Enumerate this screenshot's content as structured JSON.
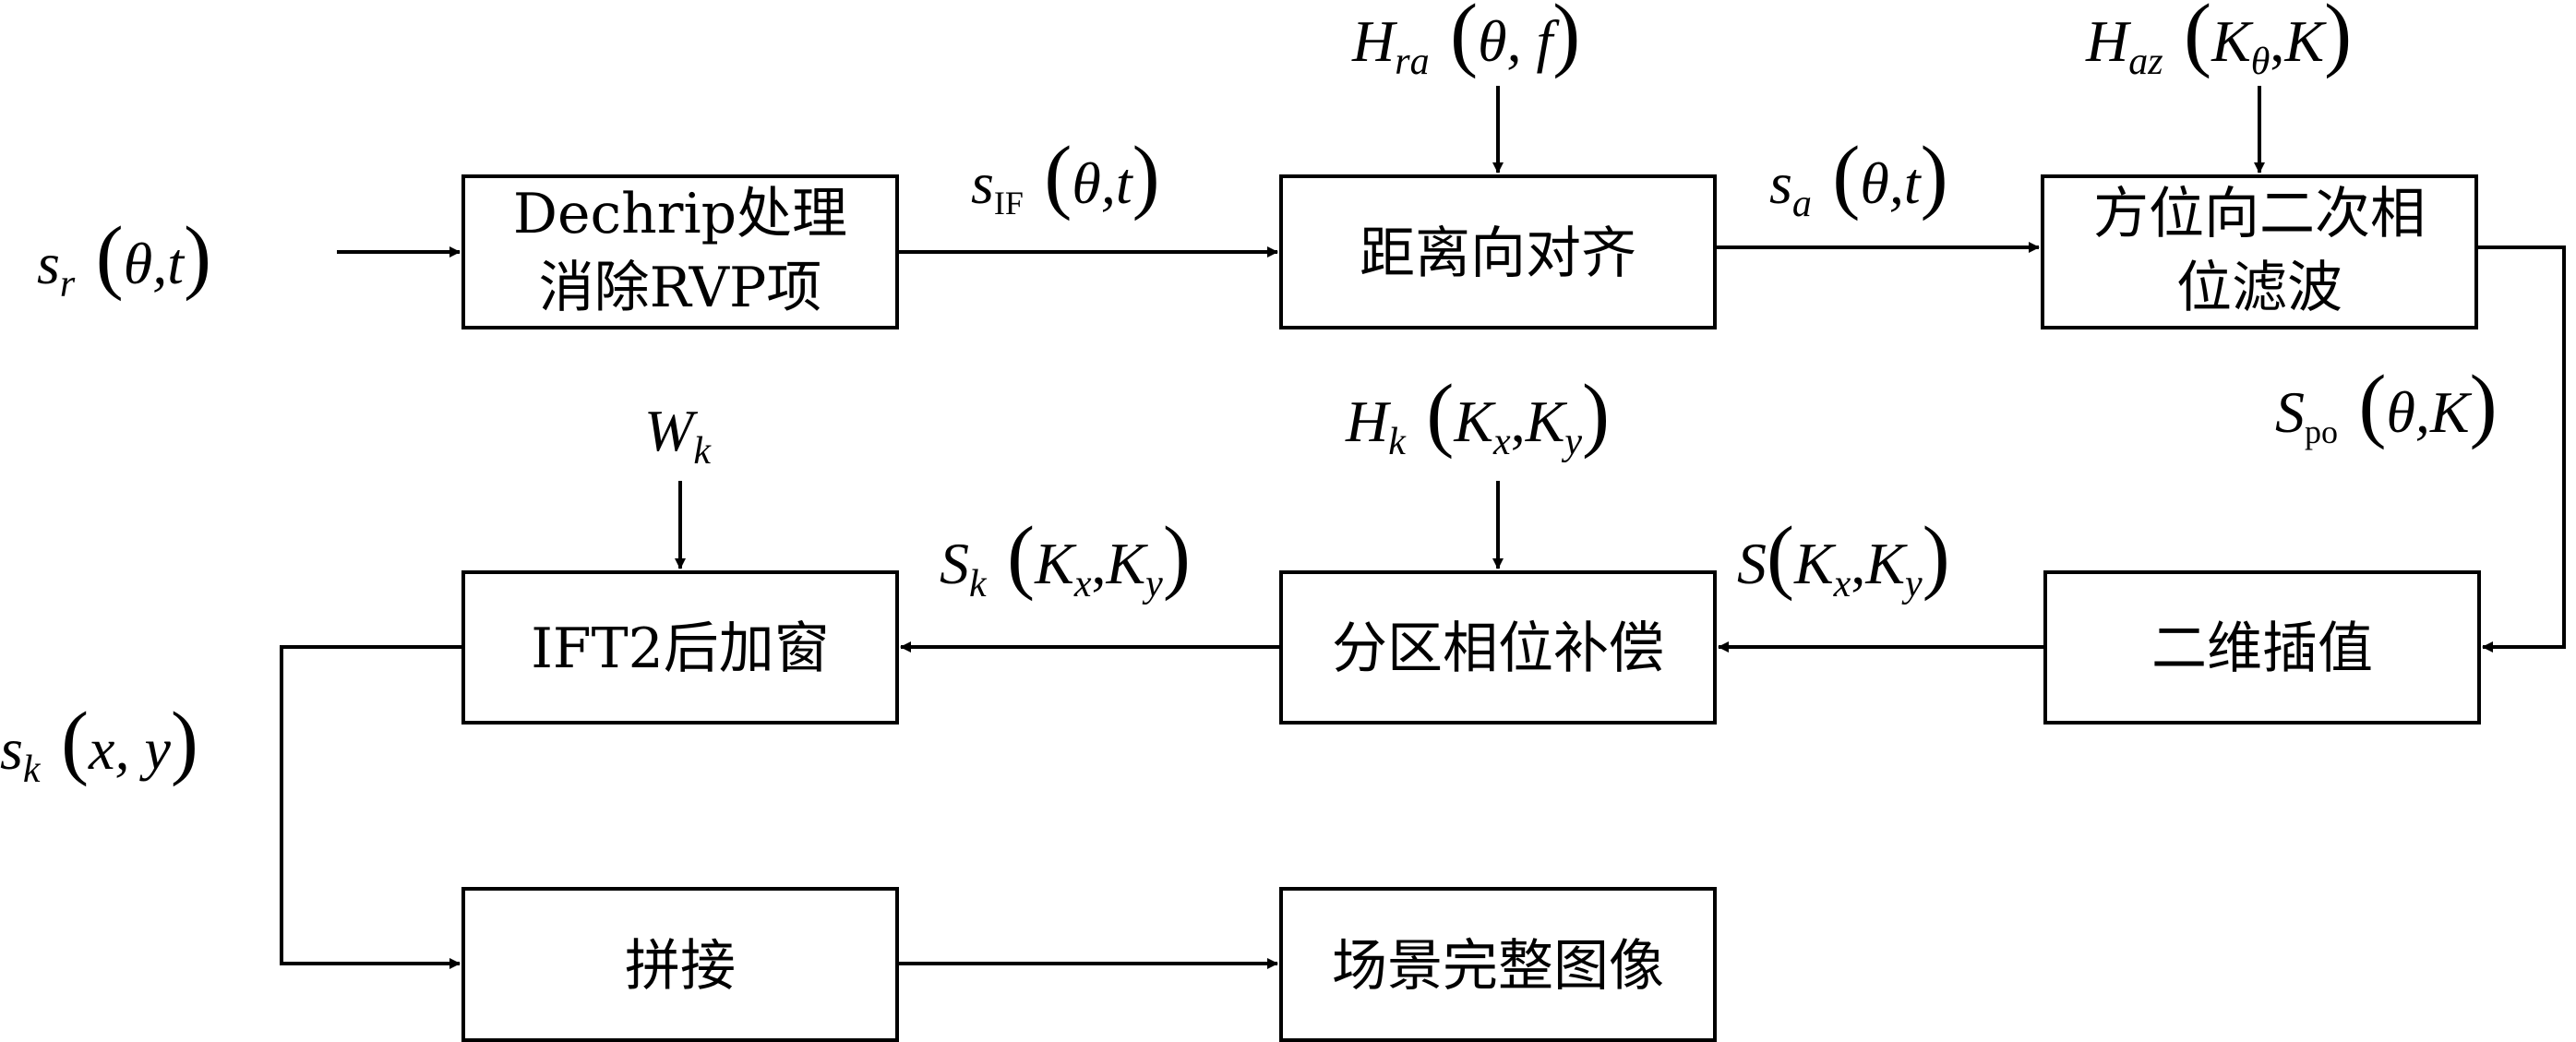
{
  "boxes": {
    "dechirp": {
      "line1": "Dechrip处理",
      "line2": "消除RVP项"
    },
    "range_align": {
      "label": "距离向对齐"
    },
    "azimuth_filter": {
      "line1": "方位向二次相",
      "line2": "位滤波"
    },
    "interp2d": {
      "label": "二维插值"
    },
    "subregion_phase": {
      "label": "分区相位补偿"
    },
    "ift2_window": {
      "label": "IFT2后加窗"
    },
    "stitch": {
      "label": "拼接"
    },
    "full_image": {
      "label": "场景完整图像"
    }
  },
  "signals": {
    "s_r": {
      "base": "s",
      "sub": "r",
      "args": "θ,t"
    },
    "s_IF": {
      "base": "s",
      "sub": "IF",
      "args": "θ,t"
    },
    "s_a": {
      "base": "s",
      "sub": "a",
      "args": "θ,t"
    },
    "S_po": {
      "base": "S",
      "sub": "po",
      "args": "θ,K"
    },
    "S_kxky": {
      "base": "S",
      "args_a": "K",
      "sub_a": "x",
      "args_b": "K",
      "sub_b": "y"
    },
    "S_k": {
      "base": "S",
      "sub": "k",
      "args_a": "K",
      "sub_a": "x",
      "args_b": "K",
      "sub_b": "y"
    },
    "s_k": {
      "base": "s",
      "sub": "k",
      "args": "x, y"
    }
  },
  "filters": {
    "H_ra": {
      "base": "H",
      "sub": "ra",
      "args": "θ, f"
    },
    "H_az": {
      "base": "H",
      "sub": "az",
      "arg_a": "K",
      "sub_a": "θ",
      "arg_b": "K"
    },
    "H_k": {
      "base": "H",
      "sub": "k",
      "arg_a": "K",
      "sub_a": "x",
      "arg_b": "K",
      "sub_b": "y"
    },
    "W_k": {
      "base": "W",
      "sub": "k"
    }
  }
}
